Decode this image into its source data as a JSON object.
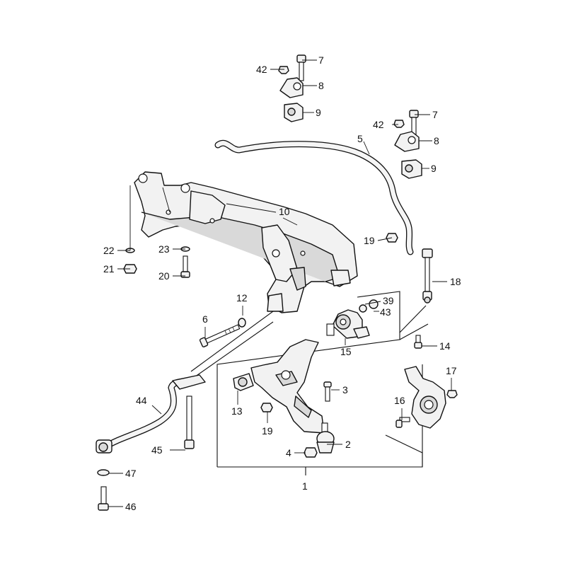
{
  "callouts": [
    {
      "id": "c7a",
      "text": "7"
    },
    {
      "id": "c42a",
      "text": "42"
    },
    {
      "id": "c8a",
      "text": "8"
    },
    {
      "id": "c9a",
      "text": "9"
    },
    {
      "id": "c7b",
      "text": "7"
    },
    {
      "id": "c42b",
      "text": "42"
    },
    {
      "id": "c8b",
      "text": "8"
    },
    {
      "id": "c5",
      "text": "5"
    },
    {
      "id": "c9b",
      "text": "9"
    },
    {
      "id": "c10",
      "text": "10"
    },
    {
      "id": "c22",
      "text": "22"
    },
    {
      "id": "c23",
      "text": "23"
    },
    {
      "id": "c21",
      "text": "21"
    },
    {
      "id": "c20",
      "text": "20"
    },
    {
      "id": "c19a",
      "text": "19"
    },
    {
      "id": "c18",
      "text": "18"
    },
    {
      "id": "c12",
      "text": "12"
    },
    {
      "id": "c39",
      "text": "39"
    },
    {
      "id": "c43",
      "text": "43"
    },
    {
      "id": "c6",
      "text": "6"
    },
    {
      "id": "c15",
      "text": "15"
    },
    {
      "id": "c14",
      "text": "14"
    },
    {
      "id": "c17",
      "text": "17"
    },
    {
      "id": "c3",
      "text": "3"
    },
    {
      "id": "c44",
      "text": "44"
    },
    {
      "id": "c16",
      "text": "16"
    },
    {
      "id": "c13",
      "text": "13"
    },
    {
      "id": "c19b",
      "text": "19"
    },
    {
      "id": "c2",
      "text": "2"
    },
    {
      "id": "c45",
      "text": "45"
    },
    {
      "id": "c4",
      "text": "4"
    },
    {
      "id": "c47",
      "text": "47"
    },
    {
      "id": "c1",
      "text": "1"
    },
    {
      "id": "c46",
      "text": "46"
    }
  ]
}
